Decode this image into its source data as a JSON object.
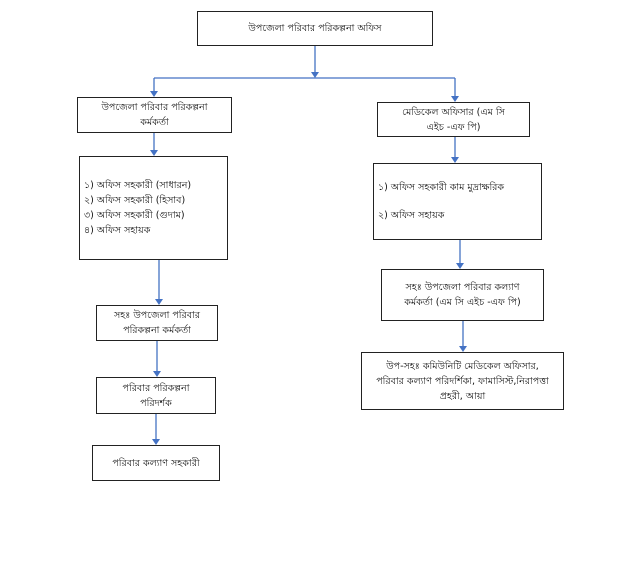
{
  "diagram": {
    "top": {
      "lines": [
        "উপজেলা পরিবার পরিকল্পনা অফিস"
      ]
    },
    "left_branch": {
      "head": {
        "lines": [
          "উপজেলা পরিবার পরিকল্পনা",
          "কর্মকর্তা"
        ]
      },
      "staff": {
        "lines": [
          "১) অফিস সহকারী (সাধারন)",
          "২) অফিস সহকারী (হিসাব)",
          "৩) অফিস সহকারী (গুদাম)",
          "৪) অফিস সহায়ক"
        ]
      },
      "assistant": {
        "lines": [
          "সহঃ উপজেলা পরিবার",
          "পরিকল্পনা কর্মকর্তা"
        ]
      },
      "inspector": {
        "lines": [
          "পরিবার পরিকল্পনা",
          "পরিদর্শক"
        ]
      },
      "welfare_assistant": {
        "lines": [
          "পরিবার কল্যাণ সহকারী"
        ]
      }
    },
    "right_branch": {
      "head": {
        "lines": [
          "মেডিকেল অফিসার (এম সি",
          "এইচ -এফ পি)"
        ]
      },
      "staff": {
        "lines": [
          "১) অফিস সহকারী কাম মুদ্রাক্ষরিক",
          "২) অফিস সহায়ক"
        ]
      },
      "assistant": {
        "lines": [
          "সহঃ উপজেলা পরিবার কল্যাণ",
          "কর্মকর্তা (এম সি এইচ -এফ পি)"
        ]
      },
      "field_staff": {
        "lines": [
          "উপ-সহঃ কমিউনিটি মেডিকেল অফিসার,",
          "পরিবার কল্যাণ পরিদর্শিকা, ফামাসিস্ট,নিরাপত্তা",
          "প্রহরী, আয়া"
        ]
      }
    },
    "colors": {
      "connector": "#4472C4",
      "box_border": "#222222",
      "box_fill": "#ffffff"
    }
  }
}
